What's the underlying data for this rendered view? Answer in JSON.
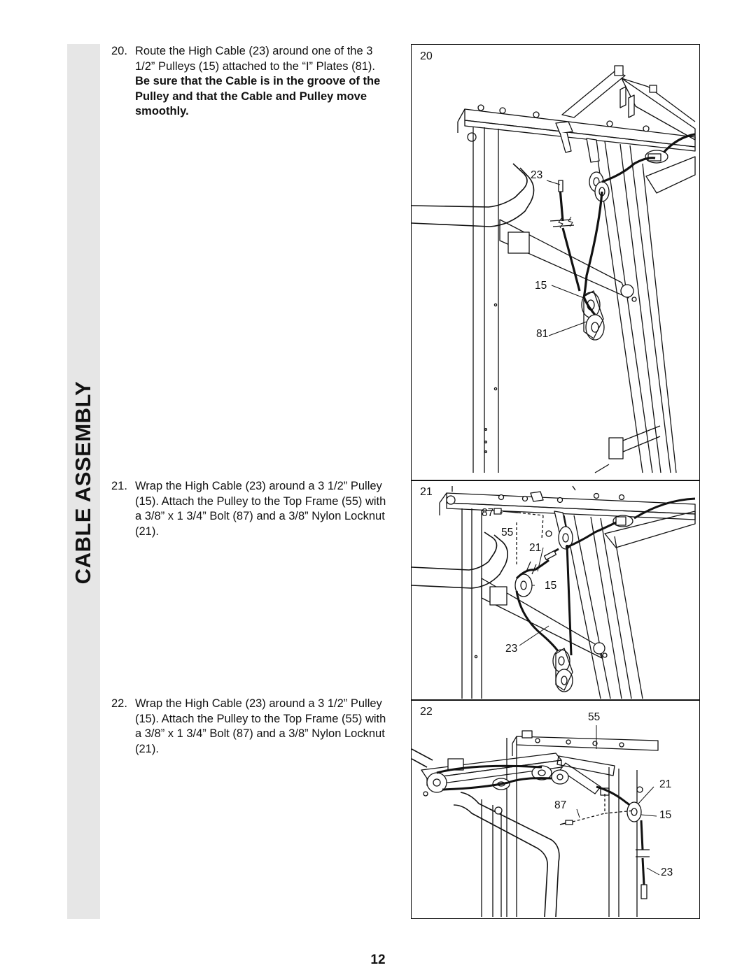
{
  "section_title": "CABLE ASSEMBLY",
  "page_number": "12",
  "steps": [
    {
      "number": "20.",
      "text": "Route the High Cable (23) around one of the 3 1/2” Pulleys (15) attached to the “I” Plates (81).",
      "bold": "Be sure that the Cable is in the groove of the Pulley and that the Cable and Pulley move smoothly."
    },
    {
      "number": "21.",
      "text": "Wrap the High Cable (23) around a 3 1/2” Pulley (15). Attach the Pulley to the Top Frame (55) with a 3/8” x 1 3/4” Bolt (87) and a 3/8” Nylon Locknut (21).",
      "bold": ""
    },
    {
      "number": "22.",
      "text": "Wrap the High Cable (23) around a 3 1/2” Pulley (15). Attach the Pulley to the Top Frame (55) with a 3/8” x 1 3/4” Bolt (87) and a 3/8” Nylon Locknut (21).",
      "bold": ""
    }
  ],
  "figures": [
    {
      "label": "20",
      "callouts": [
        "23",
        "15",
        "81"
      ]
    },
    {
      "label": "21",
      "callouts": [
        "87",
        "55",
        "21",
        "15",
        "23"
      ]
    },
    {
      "label": "22",
      "callouts": [
        "55",
        "21",
        "87",
        "15",
        "23"
      ]
    }
  ]
}
